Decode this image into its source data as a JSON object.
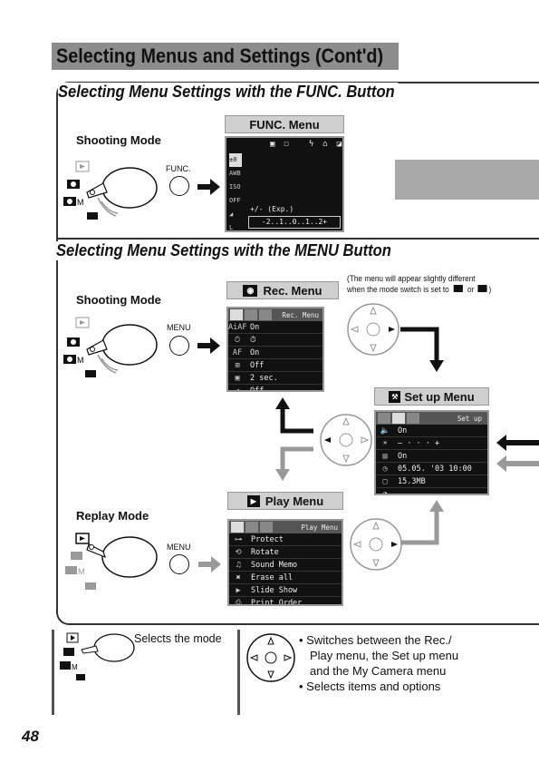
{
  "header": {
    "title": "Selecting Menus and Settings (Cont'd)"
  },
  "func_section": {
    "title": "Selecting Menu Settings with the FUNC. Button",
    "mode_label": "Shooting Mode",
    "button_label": "FUNC.",
    "menu_title": "FUNC. Menu",
    "lcd_exp": "+/- (Exp.)",
    "lcd_scale": "-2..1..0..1..2+"
  },
  "menu_section": {
    "title": "Selecting Menu Settings with the MENU Button",
    "mode_label": "Shooting Mode",
    "button_label": "MENU",
    "note_line1": "(The menu will appear slightly different",
    "note_line2": "when the mode switch is set to",
    "note_or": "or",
    "rec_menu": {
      "title": "Rec. Menu",
      "lcd_header": "Rec. Menu",
      "rows": [
        {
          "icon": "AiAF",
          "value": "On"
        },
        {
          "icon": "⏱",
          "value": "⏱"
        },
        {
          "icon": "AF",
          "value": "On"
        },
        {
          "icon": "⊞",
          "value": "Off"
        },
        {
          "icon": "▣",
          "value": "2 sec."
        },
        {
          "icon": "↺",
          "value": "Off"
        }
      ]
    },
    "setup_menu": {
      "title": "Set up Menu",
      "lcd_header": "Set up",
      "rows": [
        {
          "icon": "🔈",
          "value": "On"
        },
        {
          "icon": "☀",
          "value": "–  ·  ·  ·  +"
        },
        {
          "icon": "▤",
          "value": "On"
        },
        {
          "icon": "◷",
          "value": "05.05. '03 10:00"
        },
        {
          "icon": "▢",
          "value": "15.3MB"
        },
        {
          "icon": "◔",
          "value": ""
        }
      ]
    },
    "replay_label": "Replay Mode",
    "replay_button_label": "MENU",
    "play_menu": {
      "title": "Play Menu",
      "lcd_header": "Play Menu",
      "rows": [
        {
          "icon": "⊶",
          "value": "Protect"
        },
        {
          "icon": "⟲",
          "value": "Rotate"
        },
        {
          "icon": "♫",
          "value": "Sound Memo"
        },
        {
          "icon": "✖",
          "value": "Erase all"
        },
        {
          "icon": "▶",
          "value": "Slide Show"
        },
        {
          "icon": "⎙",
          "value": "Print Order"
        }
      ]
    }
  },
  "footer": {
    "selects_mode": "Selects the mode",
    "bullets": [
      "Switches between the Rec./",
      "Play menu, the Set up menu",
      "and the My Camera menu",
      "Selects items and options"
    ],
    "page_number": "48"
  },
  "colors": {
    "header_bar": "#8c8c8c",
    "menu_title_bg": "#cfcfcf",
    "lcd_bg": "#111111"
  }
}
